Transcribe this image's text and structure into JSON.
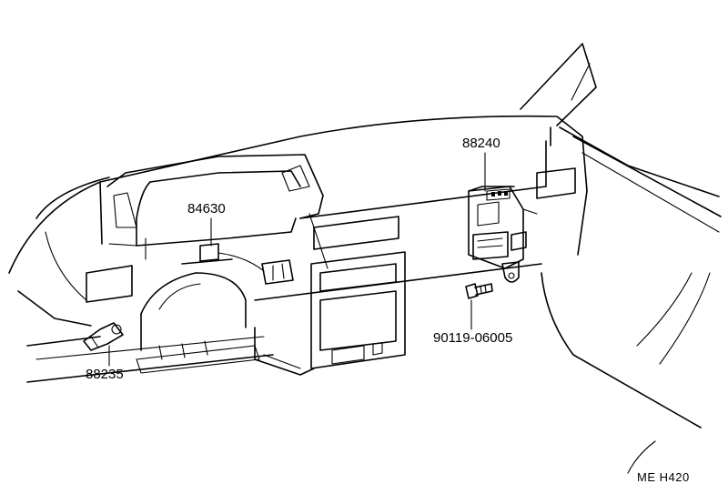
{
  "parts": {
    "computer": "88240",
    "sensor": "84630",
    "bolt": "90119-06005",
    "thermistor": "88235"
  },
  "figure_code": "ME  H420"
}
